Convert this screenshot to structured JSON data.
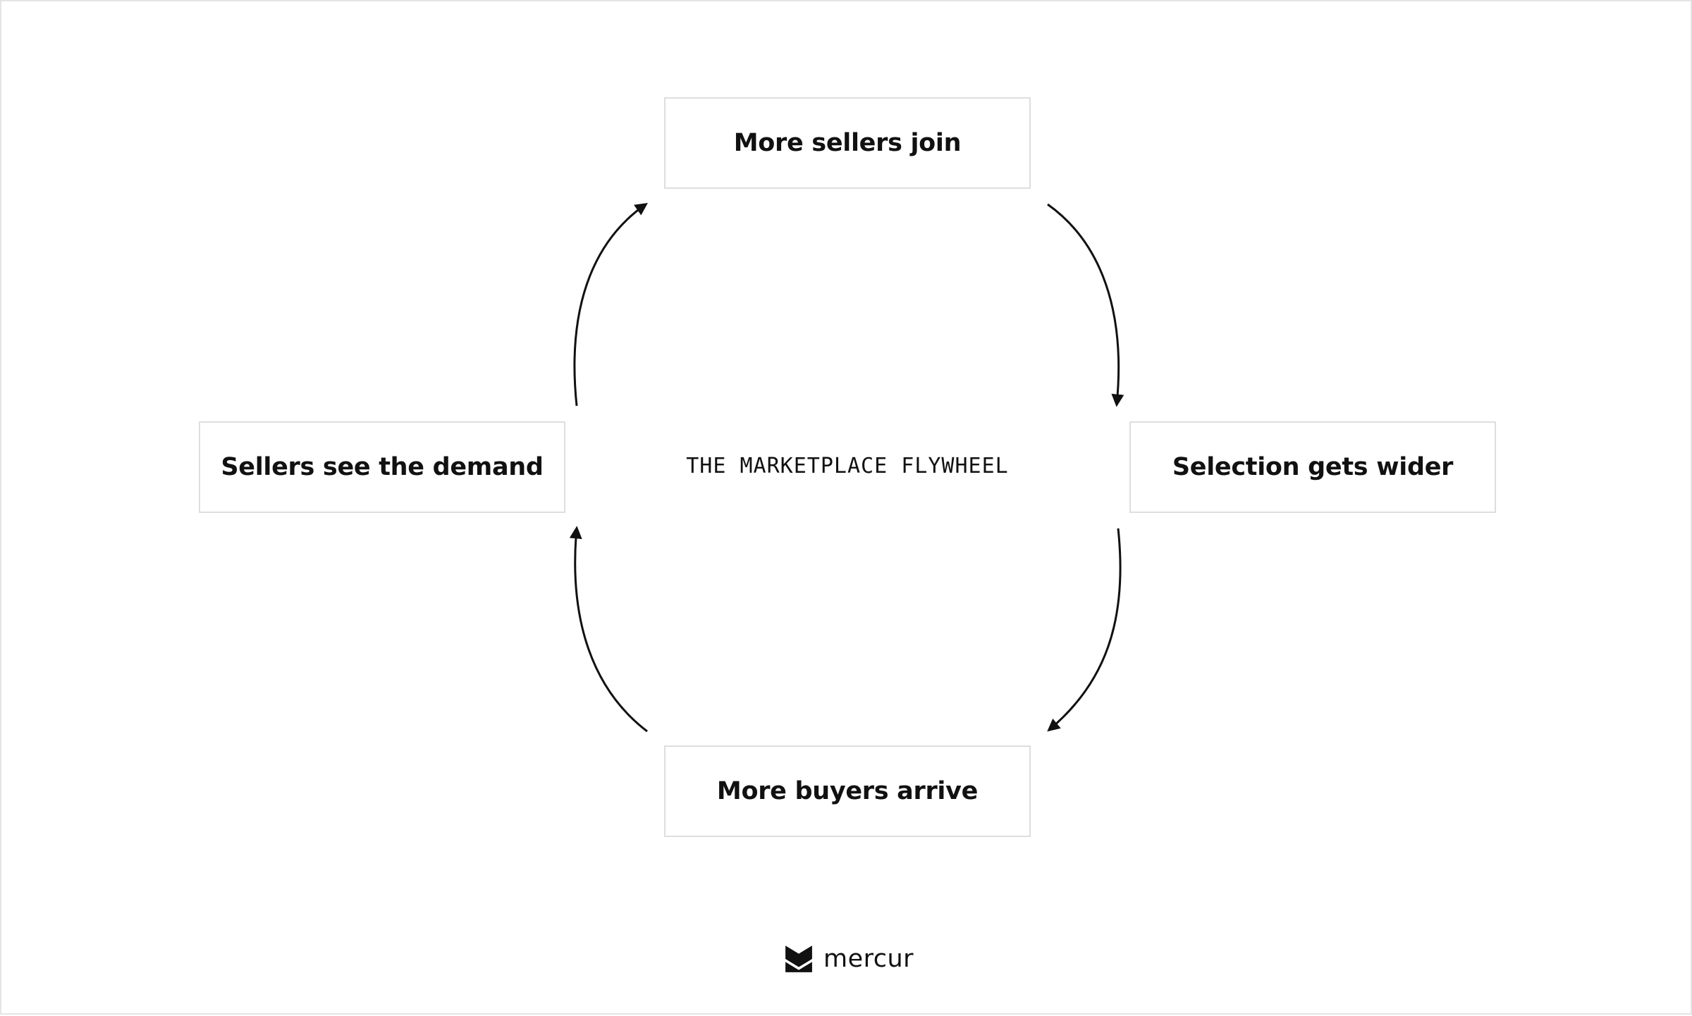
{
  "diagram": {
    "center_label": "THE MARKETPLACE FLYWHEEL",
    "nodes": {
      "top": "More sellers join",
      "right": "Selection gets wider",
      "bottom": "More buyers arrive",
      "left": "Sellers see the demand"
    },
    "arrow_color": "#111111",
    "node_border_color": "#dedede"
  },
  "logo": {
    "text": "mercur",
    "icon": "mercur-logo-icon"
  }
}
